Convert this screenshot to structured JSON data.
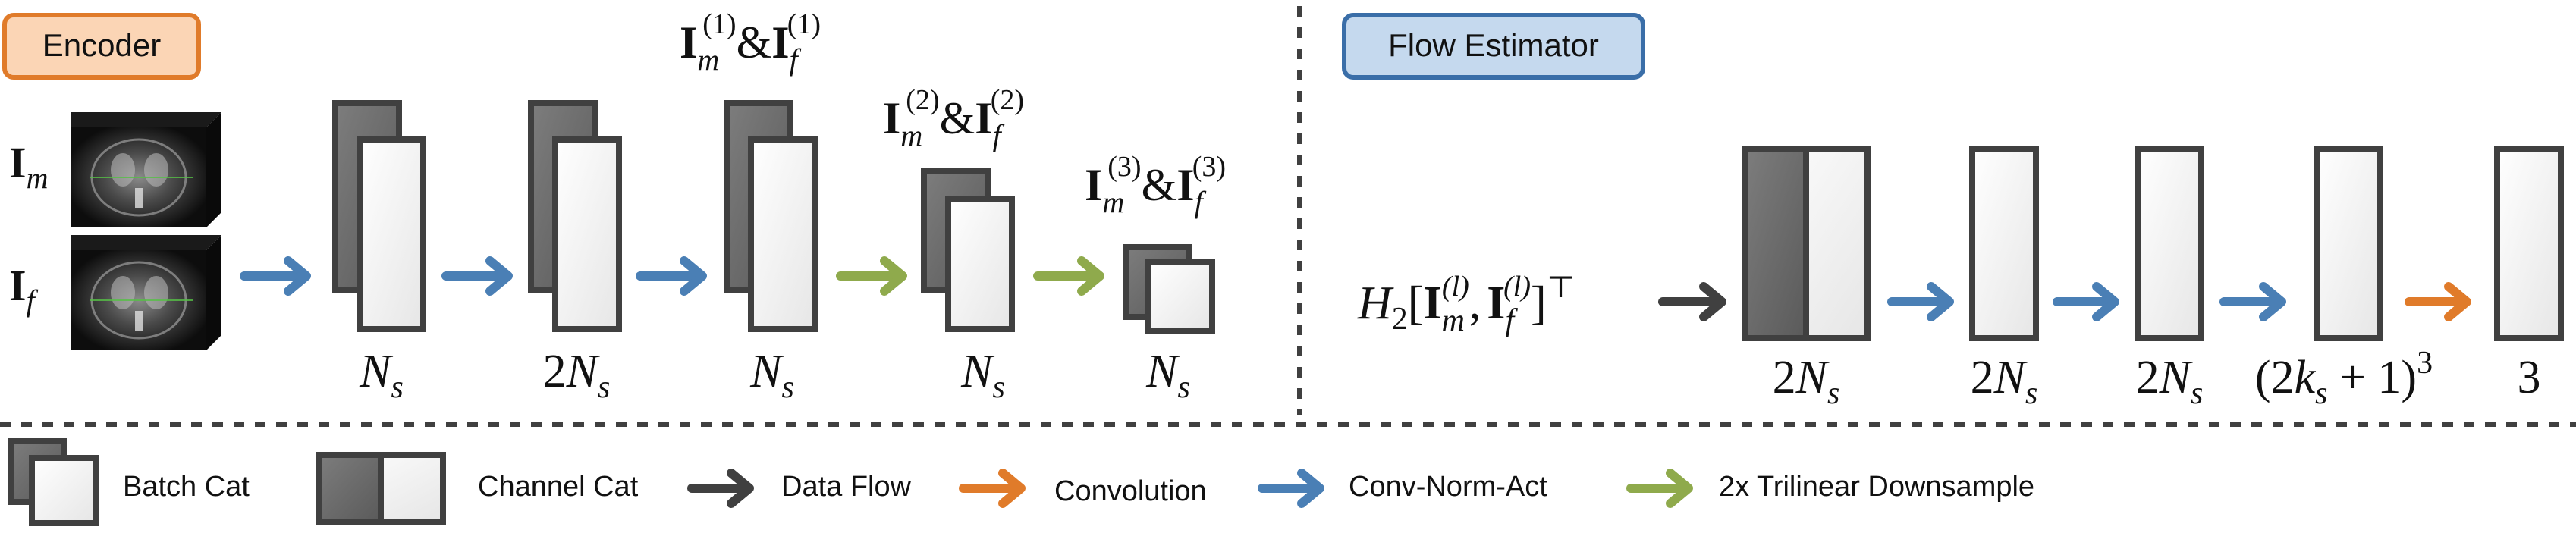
{
  "encoder": {
    "title": "Encoder",
    "input_moving_label": "I",
    "input_moving_sub": "m",
    "input_fixed_label": "I",
    "input_fixed_sub": "f",
    "stages": [
      {
        "dim_pre": "",
        "dim_var": "N",
        "dim_sub": "s"
      },
      {
        "dim_pre": "2",
        "dim_var": "N",
        "dim_sub": "s"
      },
      {
        "dim_pre": "",
        "dim_var": "N",
        "dim_sub": "s",
        "level": "1"
      },
      {
        "dim_pre": "",
        "dim_var": "N",
        "dim_sub": "s",
        "level": "2"
      },
      {
        "dim_pre": "",
        "dim_var": "N",
        "dim_sub": "s",
        "level": "3"
      }
    ]
  },
  "flow_estimator": {
    "title": "Flow Estimator",
    "input_expr": {
      "H": "H",
      "H_sub": "2",
      "open": "[",
      "I": "I",
      "m_sub": "m",
      "f_sub": "f",
      "l_sup": "(l)",
      "comma": ",",
      "close": "]",
      "transpose": "⊤"
    },
    "stages": [
      {
        "dim_pre": "2",
        "dim_var": "N",
        "dim_sub": "s"
      },
      {
        "dim_pre": "2",
        "dim_var": "N",
        "dim_sub": "s"
      },
      {
        "dim_pre": "2",
        "dim_var": "N",
        "dim_sub": "s"
      },
      {
        "dim_open": "(2",
        "dim_var": "k",
        "dim_sub": "s",
        "dim_tail": " + 1)",
        "dim_sup": "3"
      },
      {
        "dim_pre": "3"
      }
    ]
  },
  "legend": {
    "batch_cat": "Batch Cat",
    "channel_cat": "Channel Cat",
    "data_flow": "Data Flow",
    "convolution": "Convolution",
    "conv_norm_act": "Conv-Norm-Act",
    "downsample": "2x Trilinear Downsample"
  },
  "colors": {
    "encoder_badge_fill": "#fbd5b5",
    "encoder_badge_border": "#e07b2a",
    "flow_badge_fill": "#c5d9ee",
    "flow_badge_border": "#3a6ea8",
    "block_dark": "#6b6b6b",
    "block_light": "#f2f2f2",
    "block_border": "#404040",
    "arrow_data_flow": "#404040",
    "arrow_convolution": "#e07b2a",
    "arrow_conv_norm_act": "#4a7fb5",
    "arrow_downsample": "#8faa4c"
  }
}
